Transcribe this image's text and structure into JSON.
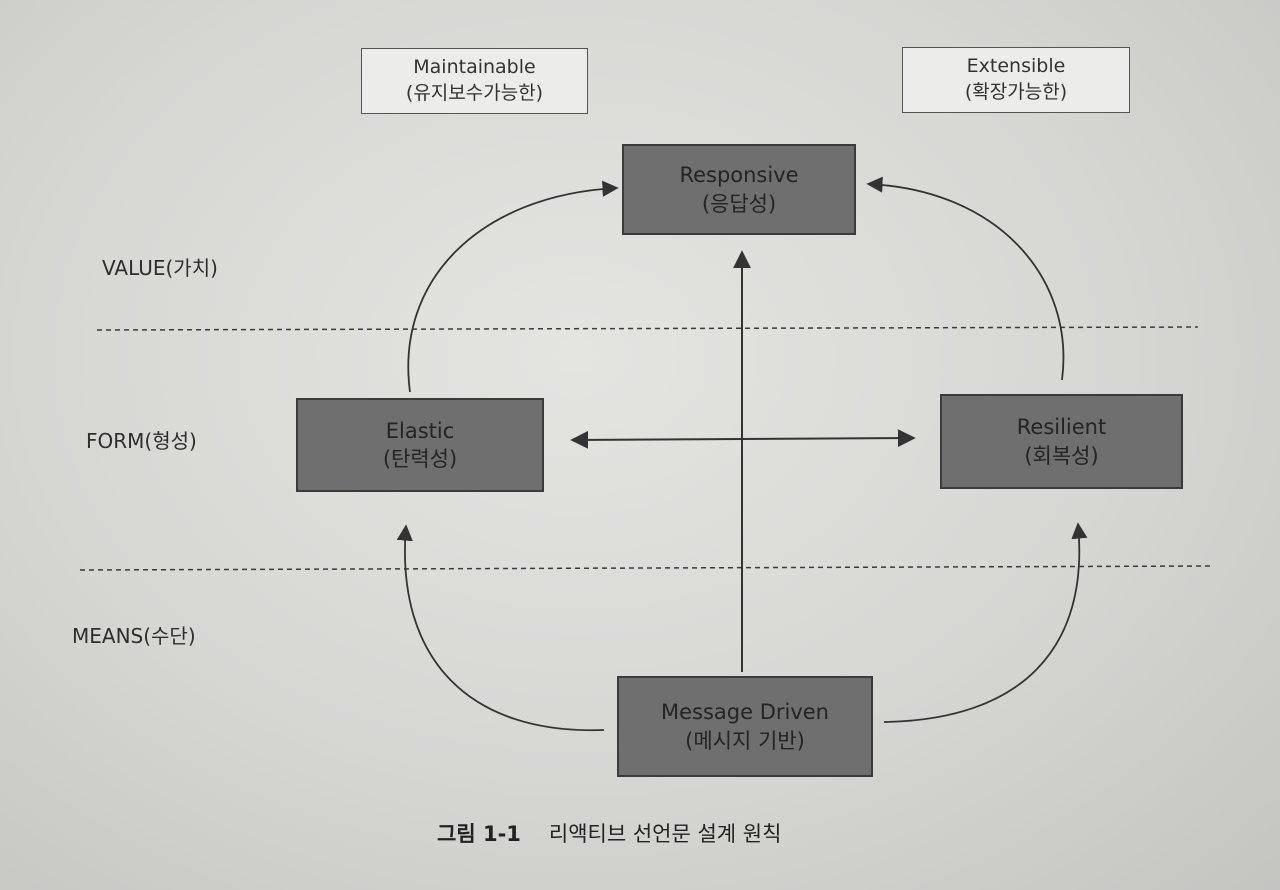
{
  "nodes": {
    "maintainable": {
      "en": "Maintainable",
      "ko": "(유지보수가능한)"
    },
    "extensible": {
      "en": "Extensible",
      "ko": "(확장가능한)"
    },
    "responsive": {
      "en": "Responsive",
      "ko": "(응답성)"
    },
    "elastic": {
      "en": "Elastic",
      "ko": "(탄력성)"
    },
    "resilient": {
      "en": "Resilient",
      "ko": "(회복성)"
    },
    "message_driven": {
      "en": "Message Driven",
      "ko": "(메시지 기반)"
    }
  },
  "layers": {
    "value": "VALUE(가치)",
    "form": "FORM(형성)",
    "means": "MEANS(수단)"
  },
  "caption": {
    "number": "그림 1-1",
    "title": "리액티브 선언문 설계 원칙"
  }
}
